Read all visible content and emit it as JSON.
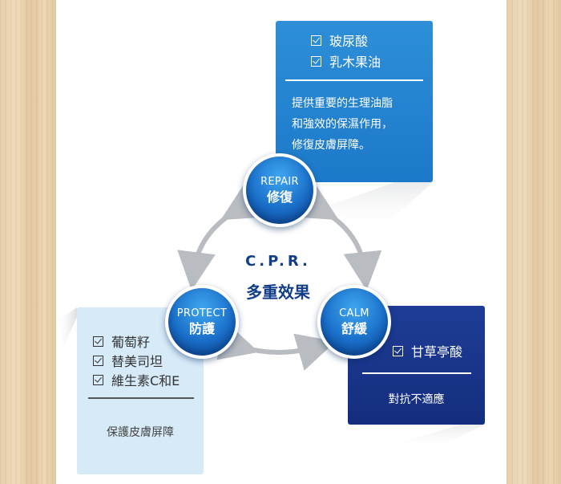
{
  "center": {
    "title": "C.P.R.",
    "subtitle": "多重效果"
  },
  "nodes": {
    "repair": {
      "en": "REPAIR",
      "zh": "修復"
    },
    "protect": {
      "en": "PROTECT",
      "zh": "防護"
    },
    "calm": {
      "en": "CALM",
      "zh": "舒緩"
    }
  },
  "repair_box": {
    "items": [
      "玻尿酸",
      "乳木果油"
    ],
    "description": [
      "提供重要的生理油脂",
      "和強效的保濕作用，",
      "修復皮膚屏障。"
    ]
  },
  "protect_box": {
    "items": [
      "葡萄籽",
      "替美司坦",
      "維生素C和E"
    ],
    "description": "保護皮膚屏障"
  },
  "calm_box": {
    "items": [
      "甘草亭酸"
    ],
    "description": "對抗不適應"
  },
  "colors": {
    "repair_box": "#1c79c9",
    "protect_box": "#d7eaf8",
    "calm_box": "#142d7e",
    "center_text": "#123e88",
    "arrows": "#b9bcc0"
  }
}
